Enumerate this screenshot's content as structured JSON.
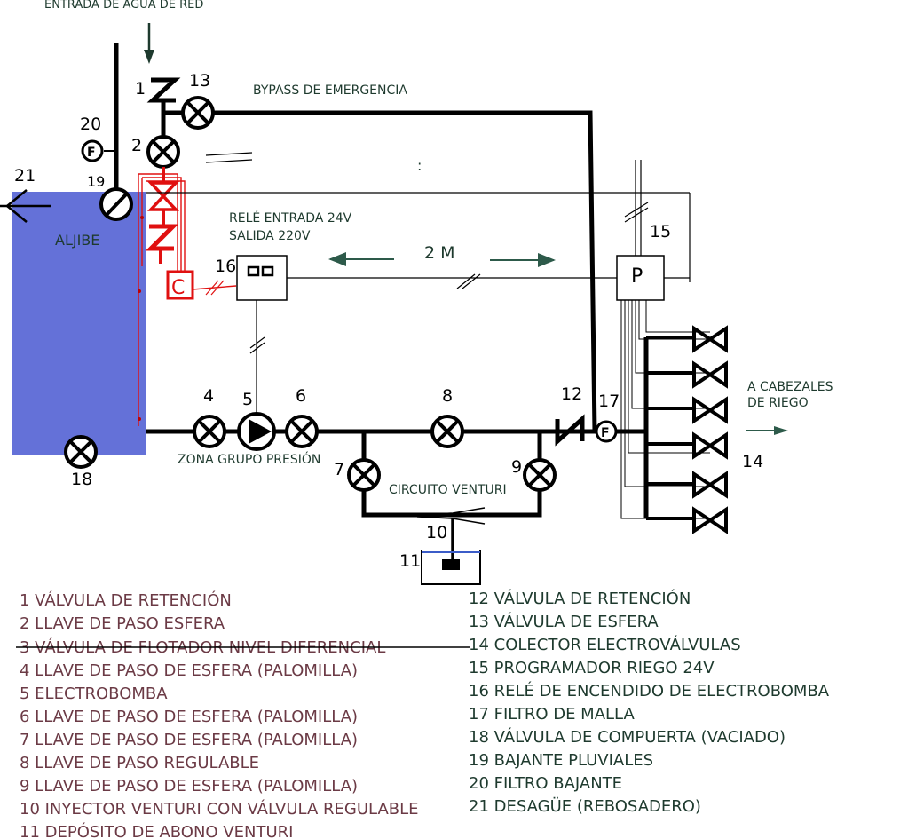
{
  "labels": {
    "entrada": "ENTRADA DE AGUA DE RED",
    "bypass": "BYPASS DE EMERGENCIA",
    "aljibe": "ALJIBE",
    "rele_entrada": "RELÉ ENTRADA 24V",
    "rele_salida": "SALIDA 220V",
    "distance": "2 M",
    "zona": "ZONA GRUPO PRESIÓN",
    "venturi": "CIRCUITO VENTURI",
    "cabezales_1": "A CABEZALES",
    "cabezales_2": "DE RIEGO",
    "colon": ":",
    "programmer_letter": "P",
    "controller_letter": "C"
  },
  "numbers": {
    "n1": "1",
    "n2": "2",
    "n4": "4",
    "n5": "5",
    "n6": "6",
    "n7": "7",
    "n8": "8",
    "n9": "9",
    "n10": "10",
    "n11": "11",
    "n12": "12",
    "n13": "13",
    "n14": "14",
    "n15": "15",
    "n16": "16",
    "n17": "17",
    "n18": "18",
    "n19": "19",
    "n20": "20",
    "n21": "21"
  },
  "filter_letter": "F",
  "legend_left": [
    "1 VÁLVULA DE RETENCIÓN",
    "2 LLAVE DE PASO ESFERA",
    "3 VÁLVULA DE FLOTADOR NIVEL DIFERENCIAL",
    "4 LLAVE DE PASO DE ESFERA (PALOMILLA)",
    "5 ELECTROBOMBA",
    "6 LLAVE DE PASO DE ESFERA (PALOMILLA)",
    "7 LLAVE DE PASO DE ESFERA (PALOMILLA)",
    "8 LLAVE DE PASO REGULABLE",
    "9 LLAVE DE PASO DE ESFERA (PALOMILLA)",
    "10 INYECTOR VENTURI CON VÁLVULA REGULABLE",
    "11 DEPÓSITO DE ABONO VENTURI"
  ],
  "legend_right": [
    "12 VÁLVULA DE RETENCIÓN",
    "13 VÁLVULA DE ESFERA",
    "14 COLECTOR ELECTROVÁLVULAS",
    "15 PROGRAMADOR RIEGO 24V",
    "16 RELÉ DE ENCENDIDO DE ELECTROBOMBA",
    "17 FILTRO DE MALLA",
    "18 VÁLVULA DE COMPUERTA (VACIADO)",
    "19 BAJANTE PLUVIALES",
    "20 FILTRO BAJANTE",
    "21 DESAGÜE (REBOSADERO)"
  ],
  "colors": {
    "tank": "#6471d8",
    "red": "#e01010",
    "legend_left": "#6b3a45",
    "legend_right": "#1e3a2e"
  }
}
